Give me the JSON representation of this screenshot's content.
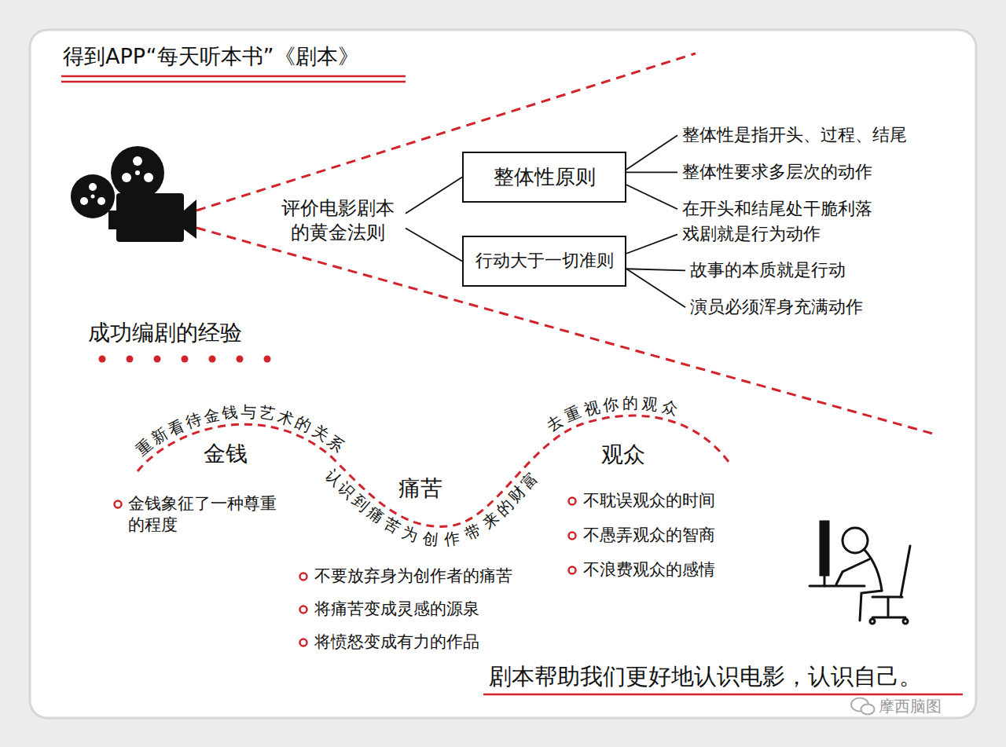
{
  "diagram": {
    "title": "得到APP“每天听本书”《剧本》",
    "caption": "剧本帮助我们更好地认识电影，认识自己。",
    "nodes": [
      {
        "text": [
          "评价电影剧本 的黄金法则"
        ]
      },
      {
        "text": [
          "整体性原则"
        ]
      },
      {
        "text": [
          "整体性是指开头、过程、结尾"
        ]
      },
      {
        "text": [
          "整体性要求多层次的动作"
        ]
      },
      {
        "text": [
          "在开头和结尾处干脆利落"
        ]
      },
      {
        "text": [
          "行动大于一切准则"
        ]
      },
      {
        "text": [
          "戏剧就是行为动作"
        ]
      },
      {
        "text": [
          "故事的本质就是行动"
        ]
      },
      {
        "text": [
          "演员必须浑身充满动作"
        ]
      }
    ],
    "edges": [
      {
        "from": 0,
        "to": 1,
        "arrow": "none"
      },
      {
        "from": 0,
        "to": 5,
        "arrow": "none"
      },
      {
        "from": 1,
        "to": 2,
        "arrow": "none"
      },
      {
        "from": 1,
        "to": 3,
        "arrow": "none"
      },
      {
        "from": 1,
        "to": 4,
        "arrow": "none"
      },
      {
        "from": 5,
        "to": 6,
        "arrow": "none"
      },
      {
        "from": 5,
        "to": 7,
        "arrow": "none"
      },
      {
        "from": 5,
        "to": 8,
        "arrow": "none"
      }
    ],
    "labels": [
      "成功编剧的经验",
      "重新看待金钱与艺术的关系",
      "金钱",
      "金钱象征了一种尊重的程度",
      "认识到痛苦为创作带来的财富",
      "痛苦",
      "不要放弃身为创作者的痛苦",
      "将痛苦变成灵感的源泉",
      "将愤怒变成有力的作品",
      "去重视你的观众",
      "观众",
      "不耽误观众的时间",
      "不愚弄观众的智商",
      "不浪费观众的感情",
      "摩西脑图"
    ]
  }
}
